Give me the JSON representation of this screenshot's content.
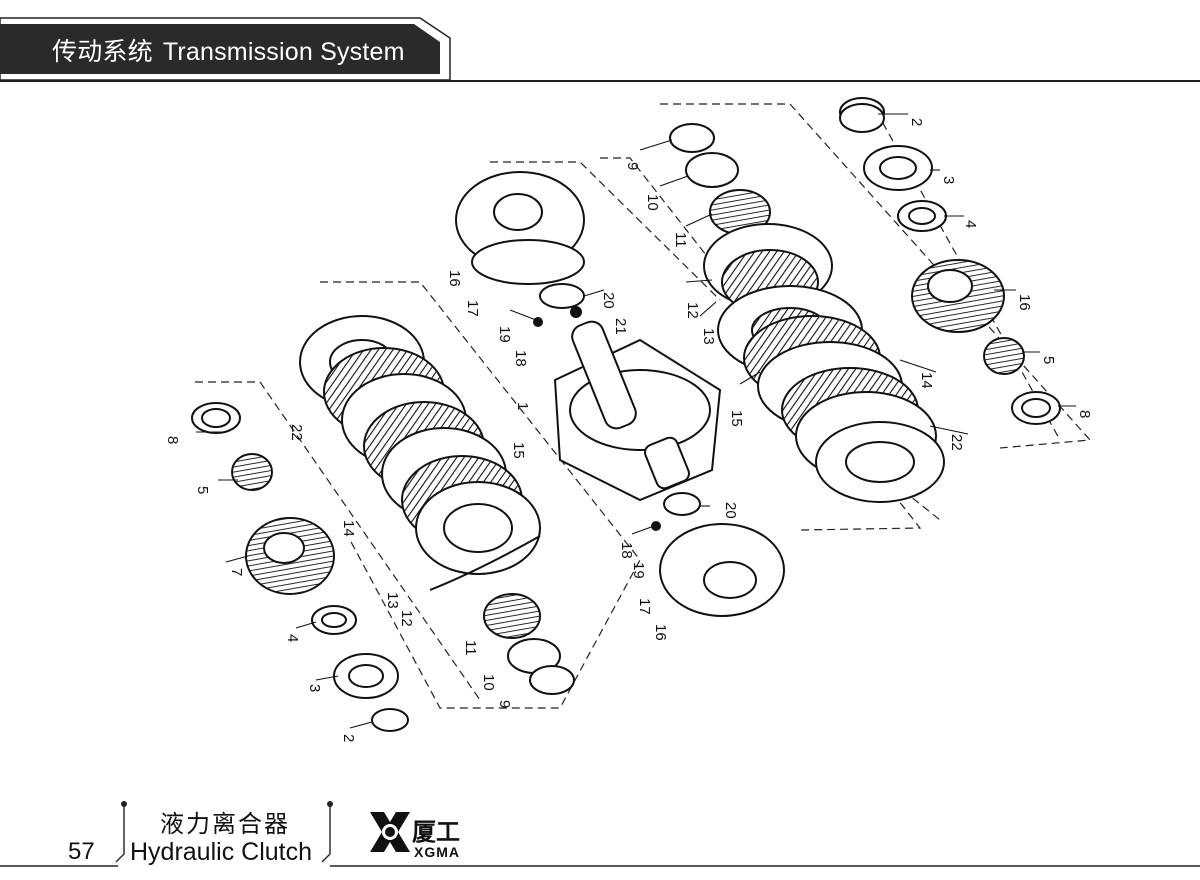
{
  "header": {
    "title_cn": "传动系统",
    "title_en": "Transmission System"
  },
  "footer": {
    "page_number": "57",
    "section_cn": "液力离合器",
    "section_en": "Hydraulic Clutch",
    "brand_cn": "厦工",
    "brand_en": "XGMA"
  },
  "diagram": {
    "callouts": [
      {
        "label": "2"
      },
      {
        "label": "3"
      },
      {
        "label": "4"
      },
      {
        "label": "16"
      },
      {
        "label": "5"
      },
      {
        "label": "8"
      },
      {
        "label": "9"
      },
      {
        "label": "10"
      },
      {
        "label": "11"
      },
      {
        "label": "12"
      },
      {
        "label": "13"
      },
      {
        "label": "14"
      },
      {
        "label": "15"
      },
      {
        "label": "22"
      },
      {
        "label": "16"
      },
      {
        "label": "17"
      },
      {
        "label": "19"
      },
      {
        "label": "18"
      },
      {
        "label": "20"
      },
      {
        "label": "21"
      },
      {
        "label": "1"
      },
      {
        "label": "22"
      },
      {
        "label": "15"
      },
      {
        "label": "14"
      },
      {
        "label": "13"
      },
      {
        "label": "12"
      },
      {
        "label": "8"
      },
      {
        "label": "5"
      },
      {
        "label": "7"
      },
      {
        "label": "4"
      },
      {
        "label": "3"
      },
      {
        "label": "2"
      },
      {
        "label": "11"
      },
      {
        "label": "10"
      },
      {
        "label": "9"
      },
      {
        "label": "20"
      },
      {
        "label": "18"
      },
      {
        "label": "19"
      },
      {
        "label": "17"
      },
      {
        "label": "16"
      }
    ]
  }
}
